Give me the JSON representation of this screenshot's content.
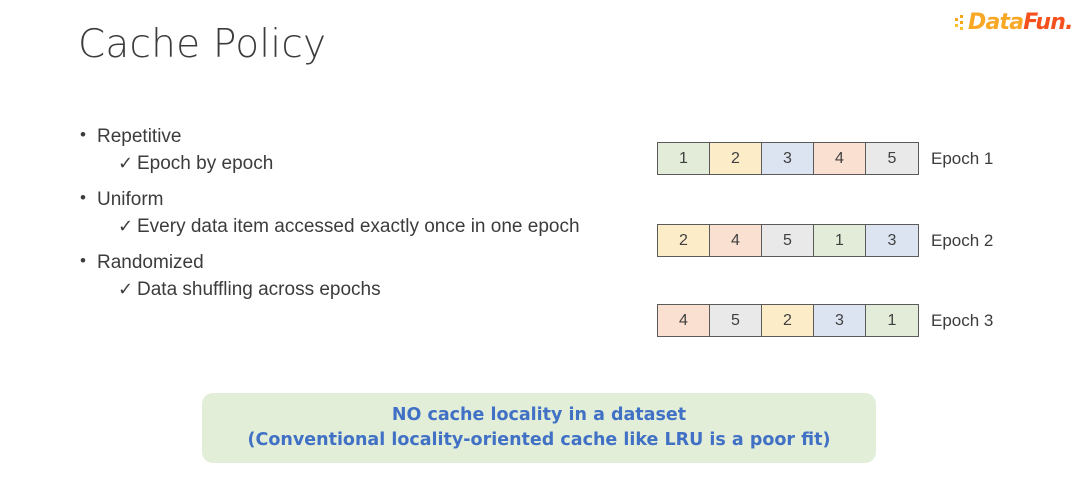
{
  "slide": {
    "title": "Cache Policy",
    "background": "#ffffff"
  },
  "logo": {
    "name": "datafun-logo",
    "part1": "Data",
    "part2": "Fun.",
    "color1": "#F9A826",
    "color2": "#F4511E",
    "dots_color": "#F7A617"
  },
  "bullets": [
    {
      "mark": "•",
      "label": "Repetitive",
      "sub": {
        "mark": "✓",
        "label": "Epoch by epoch"
      }
    },
    {
      "mark": "•",
      "label": "Uniform",
      "sub": {
        "mark": "✓",
        "label": "Every data item accessed exactly once in one epoch"
      }
    },
    {
      "mark": "•",
      "label": "Randomized",
      "sub": {
        "mark": "✓",
        "label": "Data shuffling across epochs"
      }
    }
  ],
  "epoch_colors": {
    "1": "#e2ecd8",
    "2": "#fcecc8",
    "3": "#dde4f1",
    "4": "#fae0d0",
    "5": "#e9e9e9"
  },
  "epochs": [
    {
      "label": "Epoch 1",
      "cells": [
        "1",
        "2",
        "3",
        "4",
        "5"
      ]
    },
    {
      "label": "Epoch 2",
      "cells": [
        "2",
        "4",
        "5",
        "1",
        "3"
      ]
    },
    {
      "label": "Epoch 3",
      "cells": [
        "4",
        "5",
        "2",
        "3",
        "1"
      ]
    }
  ],
  "callout": {
    "background": "#e3eed8",
    "text_color": "#4171c5",
    "line1": "NO cache locality in a dataset",
    "line2": "(Conventional locality-oriented cache like LRU is a poor fit)"
  }
}
